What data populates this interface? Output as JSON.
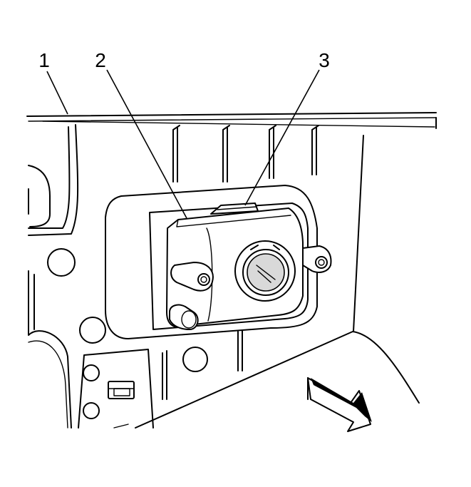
{
  "callouts": [
    {
      "id": "1",
      "label": "1"
    },
    {
      "id": "2",
      "label": "2"
    },
    {
      "id": "3",
      "label": "3"
    }
  ],
  "colors": {
    "line": "#000000",
    "background": "#ffffff",
    "shade": "#d9d9d9"
  },
  "icons": [
    "direction-arrow-icon",
    "bulb-socket-icon",
    "mounting-tab-icon"
  ]
}
